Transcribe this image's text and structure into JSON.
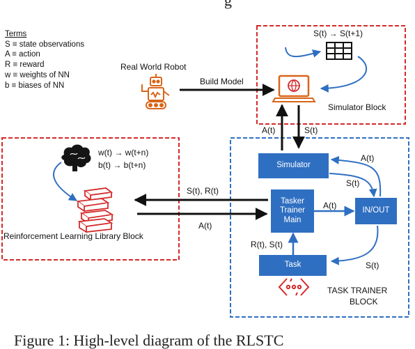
{
  "header_fragment": "g",
  "terms": {
    "heading": "Terms",
    "lines": [
      "S  ≡ state observations",
      "A  ≡ action",
      "R  ≡ reward",
      "w  ≡ weights of NN",
      "b  ≡ biases of NN"
    ]
  },
  "robot_label": "Real World Robot",
  "build_model_label": "Build Model",
  "simulator_block": {
    "label": "Simulator Block",
    "transition": "S(t) → S(t+1)"
  },
  "rl_block": {
    "label": "Reinforcement Learning Library Block",
    "w_update": "w(t) → w(t+n)",
    "b_update": "b(t) → b(t+n)"
  },
  "task_trainer_block": {
    "label_line1": "TASK TRAINER",
    "label_line2": "BLOCK",
    "simulator": "Simulator",
    "main_line1": "Tasker",
    "main_line2": "Trainer",
    "main_line3": "Main",
    "inout": "IN/OUT",
    "task": "Task"
  },
  "arrow_labels": {
    "at_up": "A(t)",
    "st_down": "S(t)",
    "sr_left": "S(t), R(t)",
    "at_right": "A(t)",
    "at_mid": "A(t)",
    "at_sim_in": "A(t)",
    "st_sim_out": "S(t)",
    "rs_up": "R(t), S(t)",
    "st_task": "S(t)"
  },
  "caption_fragment": "Figure 1: High-level diagram of the RLSTC"
}
